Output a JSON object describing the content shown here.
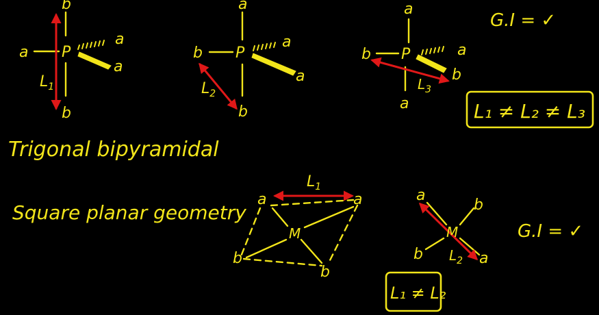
{
  "colors": {
    "background": "#000000",
    "ink": "#f2e51a",
    "arrow": "#e01818"
  },
  "structure1": {
    "top": "b",
    "bottom": "b",
    "left": "a",
    "right_up": "a",
    "right_down": "a",
    "center": "P",
    "length": "L",
    "length_sub": "1"
  },
  "structure2": {
    "top": "a",
    "bottom": "b",
    "left": "b",
    "right_up": "a",
    "right_down": "a",
    "center": "P",
    "length": "L",
    "length_sub": "2"
  },
  "structure3": {
    "top": "a",
    "bottom": "a",
    "left": "b",
    "right_up": "a",
    "right_down": "b",
    "center": "P",
    "length": "L",
    "length_sub": "3"
  },
  "gi_top": "G.I = ✓",
  "relation_top": "L₁ ≠ L₂ ≠ L₃",
  "label_tbp": "Trigonal bipyramidal",
  "label_sq": "Square planar geometry",
  "square1": {
    "center": "M",
    "top_left": "a",
    "top_right": "a",
    "bottom_left": "b",
    "bottom_right": "b",
    "length": "L",
    "length_sub": "1"
  },
  "square2": {
    "center": "M",
    "top_left": "a",
    "top_right": "b",
    "bottom_left": "b",
    "bottom_right": "a",
    "length": "L",
    "length_sub": "2"
  },
  "gi_bottom": "G.I = ✓",
  "relation_bottom": "L₁ ≠ L₂"
}
